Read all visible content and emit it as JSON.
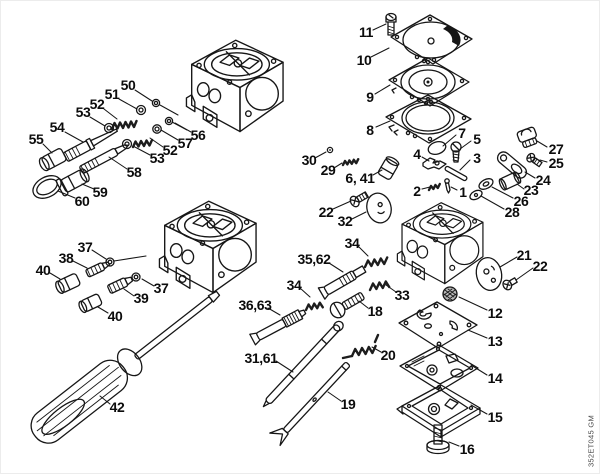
{
  "diagram": {
    "type": "exploded-parts-diagram",
    "subject": "carburetor assembly",
    "watermark": "352ET045 GM",
    "labels": [
      {
        "part": "50",
        "text": "50"
      },
      {
        "part": "51",
        "text": "51"
      },
      {
        "part": "52-a",
        "text": "52"
      },
      {
        "part": "53-a",
        "text": "53"
      },
      {
        "part": "54",
        "text": "54"
      },
      {
        "part": "55",
        "text": "55"
      },
      {
        "part": "56",
        "text": "56"
      },
      {
        "part": "57",
        "text": "57"
      },
      {
        "part": "52-b",
        "text": "52"
      },
      {
        "part": "53-b",
        "text": "53"
      },
      {
        "part": "58",
        "text": "58"
      },
      {
        "part": "59",
        "text": "59"
      },
      {
        "part": "60",
        "text": "60"
      },
      {
        "part": "11",
        "text": "11"
      },
      {
        "part": "10",
        "text": "10"
      },
      {
        "part": "9",
        "text": "9"
      },
      {
        "part": "8",
        "text": "8"
      },
      {
        "part": "7",
        "text": "7"
      },
      {
        "part": "5",
        "text": "5"
      },
      {
        "part": "4",
        "text": "4"
      },
      {
        "part": "3",
        "text": "3"
      },
      {
        "part": "27",
        "text": "27"
      },
      {
        "part": "25",
        "text": "25"
      },
      {
        "part": "30",
        "text": "30"
      },
      {
        "part": "29",
        "text": "29"
      },
      {
        "part": "6-41",
        "text": "6, 41"
      },
      {
        "part": "24",
        "text": "24"
      },
      {
        "part": "2",
        "text": "2"
      },
      {
        "part": "1",
        "text": "1"
      },
      {
        "part": "23",
        "text": "23"
      },
      {
        "part": "26",
        "text": "26"
      },
      {
        "part": "28",
        "text": "28"
      },
      {
        "part": "22-a",
        "text": "22"
      },
      {
        "part": "32",
        "text": "32"
      },
      {
        "part": "21",
        "text": "21"
      },
      {
        "part": "22-b",
        "text": "22"
      },
      {
        "part": "37-a",
        "text": "37"
      },
      {
        "part": "38",
        "text": "38"
      },
      {
        "part": "40-a",
        "text": "40"
      },
      {
        "part": "37-b",
        "text": "37"
      },
      {
        "part": "39",
        "text": "39"
      },
      {
        "part": "40-b",
        "text": "40"
      },
      {
        "part": "34-a",
        "text": "34"
      },
      {
        "part": "35-62",
        "text": "35,62"
      },
      {
        "part": "34-b",
        "text": "34"
      },
      {
        "part": "33",
        "text": "33"
      },
      {
        "part": "36-63",
        "text": "36,63"
      },
      {
        "part": "18",
        "text": "18"
      },
      {
        "part": "31-61",
        "text": "31,61"
      },
      {
        "part": "20",
        "text": "20"
      },
      {
        "part": "19",
        "text": "19"
      },
      {
        "part": "42",
        "text": "42"
      },
      {
        "part": "12",
        "text": "12"
      },
      {
        "part": "13",
        "text": "13"
      },
      {
        "part": "14",
        "text": "14"
      },
      {
        "part": "15",
        "text": "15"
      },
      {
        "part": "16",
        "text": "16"
      }
    ]
  }
}
